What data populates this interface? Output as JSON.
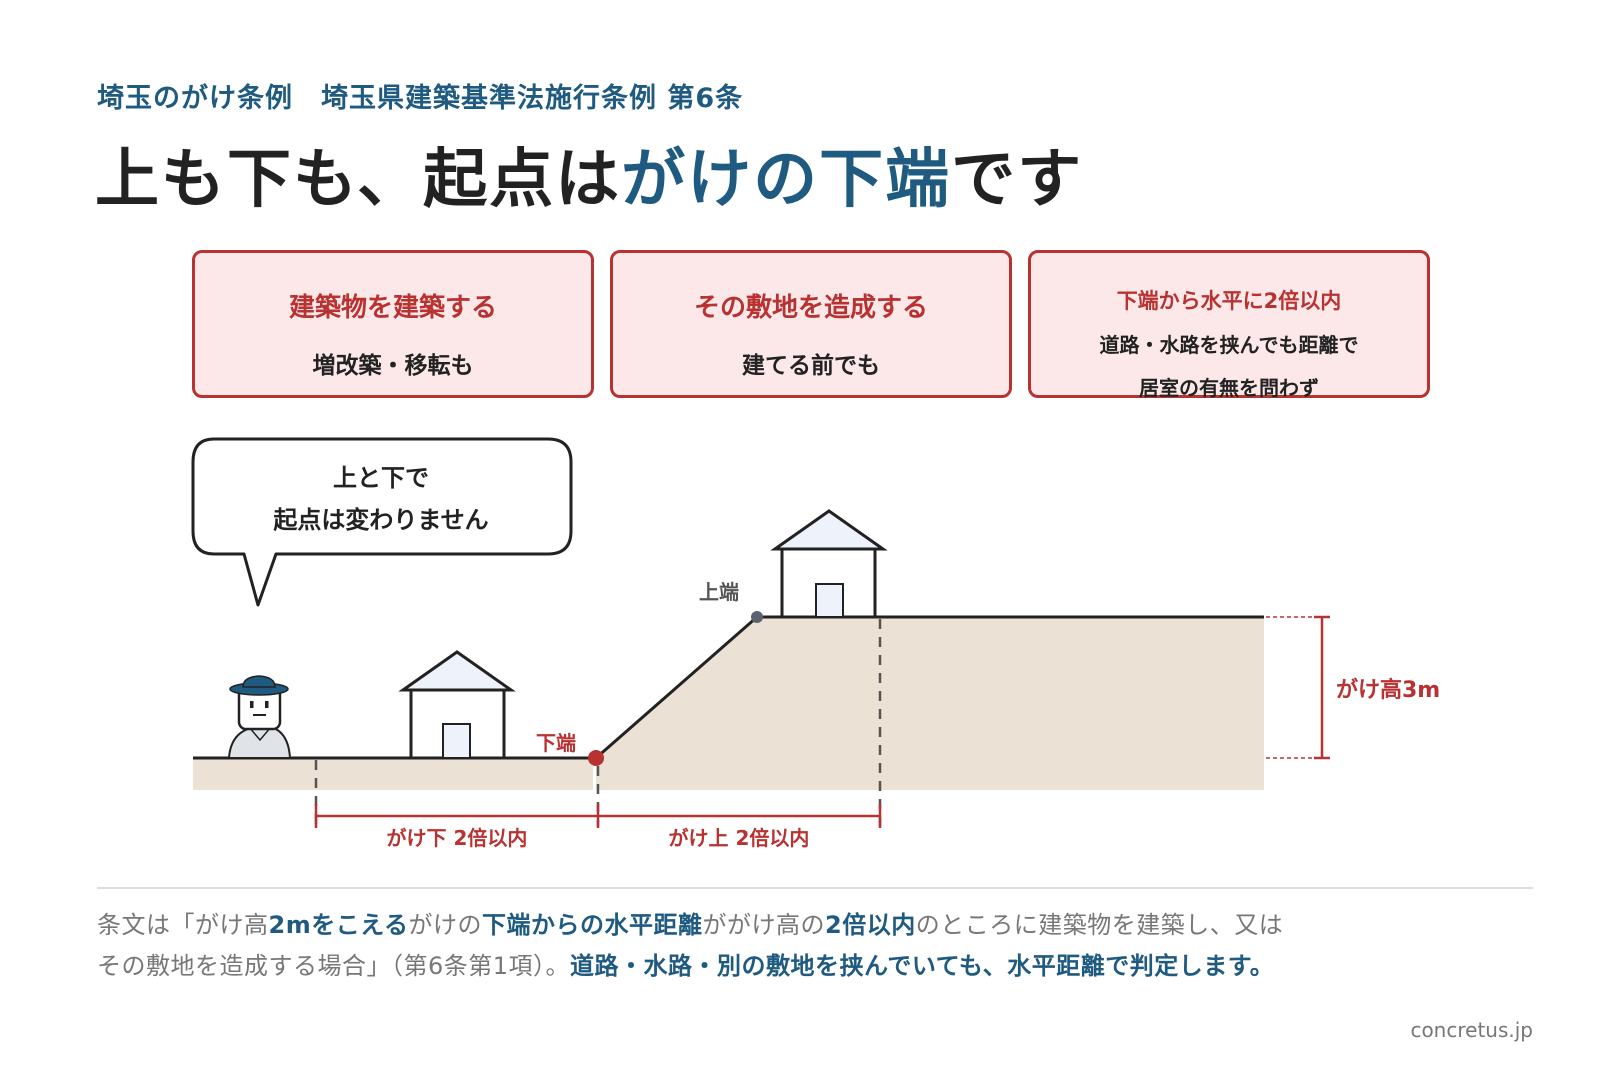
{
  "header": {
    "subtitle": "埼玉のがけ条例　埼玉県建築基準法施行条例 第6条",
    "title_part1": "上も下も、起点は",
    "title_accent": "がけの下端",
    "title_part2": "です"
  },
  "boxes": [
    {
      "heading": "建築物を建築する",
      "sub": "増改築・移転も"
    },
    {
      "heading": "その敷地を造成する",
      "sub": "建てる前でも"
    },
    {
      "heading": "下端から水平に2倍以内",
      "line1": "道路・水路を挟んでも距離で",
      "line2": "居室の有無を問わず"
    }
  ],
  "speech_bubble": {
    "line1": "上と下で",
    "line2": "起点は変わりません"
  },
  "diagram_labels": {
    "upper_edge": "上端",
    "lower_edge": "下端",
    "cliff_height": "がけ高3m",
    "below_range": "がけ下 2倍以内",
    "above_range": "がけ上 2倍以内"
  },
  "body_text": {
    "t1": "条文は「がけ高",
    "h1": "2mをこえる",
    "t2": "がけの",
    "h2": "下端からの水平距離",
    "t3": "ががけ高の",
    "h3": "2倍以内",
    "t4": "のところに建築物を建築し、又はその敷地を造成する場合」（第6条第1項）。",
    "h4": "道路・水路・別の敷地を挟んでいても、水平距離で判定します。"
  },
  "footer": {
    "source": "concretus.jp"
  },
  "colors": {
    "accent_blue": "#1f5a80",
    "accent_red": "#b83232",
    "box_fill": "#fce8e8",
    "ground": "#ebe2d5"
  }
}
